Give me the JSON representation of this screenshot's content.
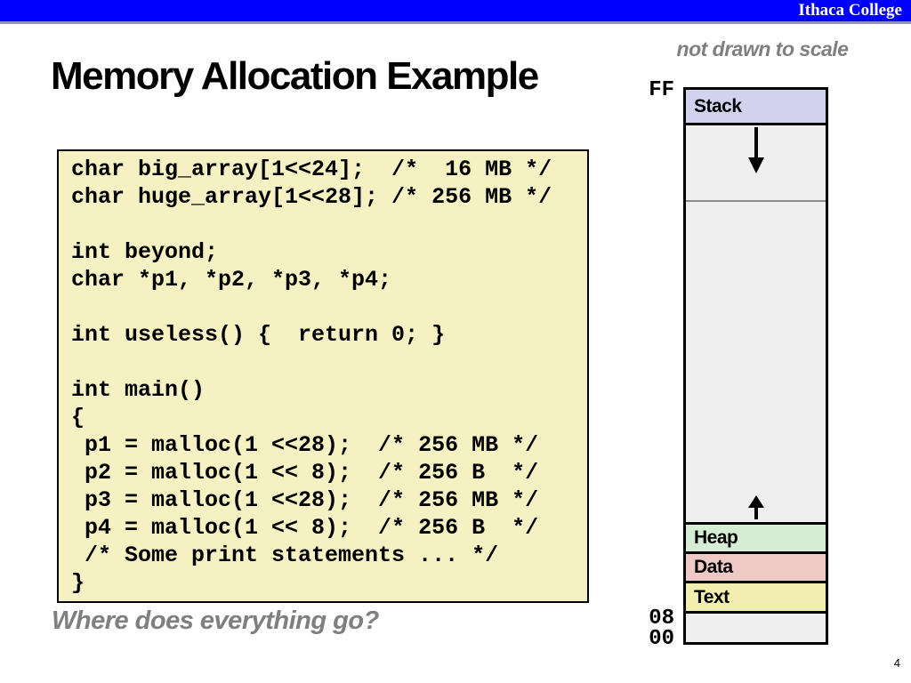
{
  "banner": {
    "institution": "Ithaca College",
    "bar_color": "#0000FF",
    "underline_color": "#9494C4"
  },
  "slide": {
    "title": "Memory Allocation Example",
    "scale_note": "not drawn to scale",
    "question": "Where does everything go?",
    "page_number": "4"
  },
  "code_block": {
    "background_color": "#F5F1C3",
    "lines": [
      "char big_array[1<<24];  /*  16 MB */",
      "char huge_array[1<<28]; /* 256 MB */",
      "",
      "int beyond;",
      "char *p1, *p2, *p3, *p4;",
      "",
      "int useless() {  return 0; }",
      "",
      "int main()",
      "{",
      " p1 = malloc(1 <<28);  /* 256 MB */",
      " p2 = malloc(1 << 8);  /* 256 B  */",
      " p3 = malloc(1 <<28);  /* 256 MB */",
      " p4 = malloc(1 << 8);  /* 256 B  */",
      " /* Some print statements ... */",
      "}"
    ]
  },
  "memory_diagram": {
    "top_address": "FF",
    "bottom_addresses": [
      "08",
      "00"
    ],
    "region_color": "#EFEFEF",
    "divider_color": "#8C8C8C",
    "sections": {
      "stack": {
        "label": "Stack",
        "color": "#D2D2EE",
        "growth": "down"
      },
      "heap": {
        "label": "Heap",
        "color": "#D5EDD2",
        "growth": "up"
      },
      "data": {
        "label": "Data",
        "color": "#EFC9C6"
      },
      "text": {
        "label": "Text",
        "color": "#F2EEB0"
      }
    }
  }
}
